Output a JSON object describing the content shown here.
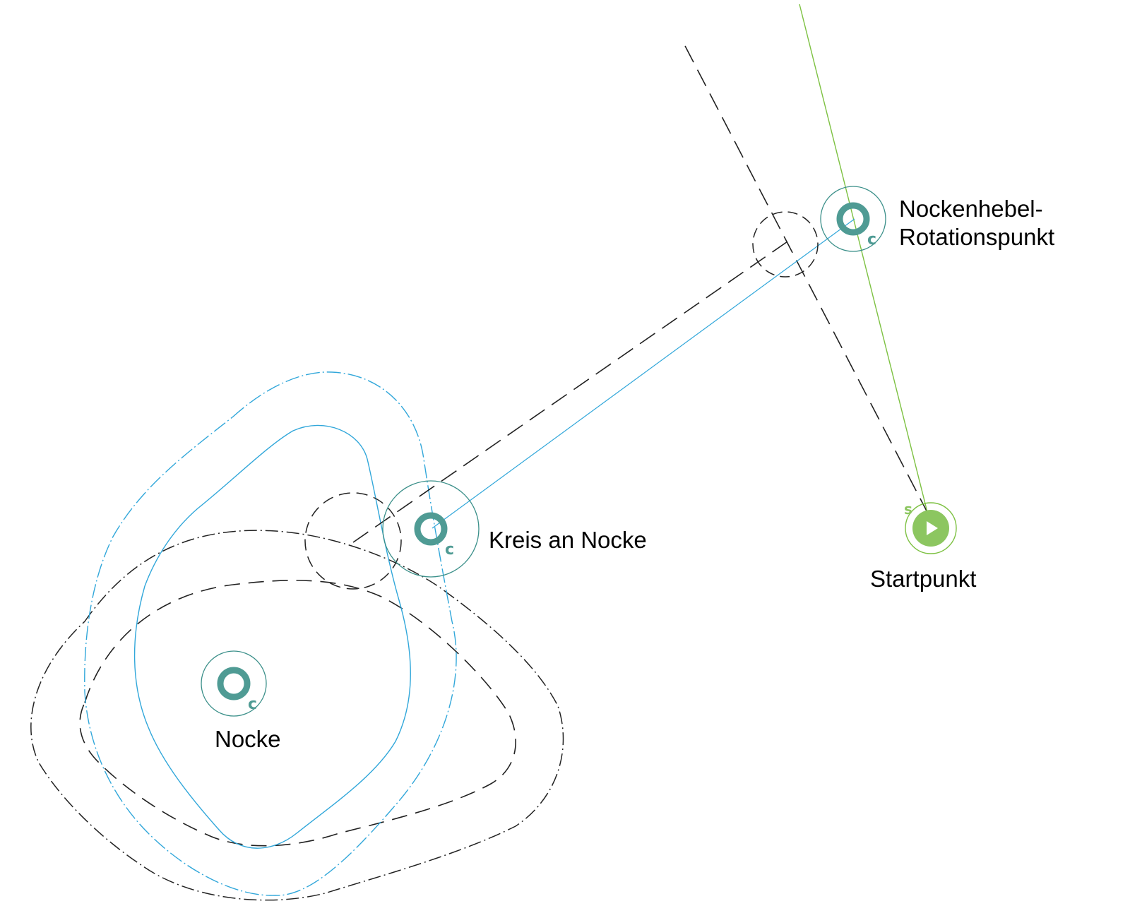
{
  "labels": {
    "rotation_point_line1": "Nockenhebel-",
    "rotation_point_line2": "Rotationspunkt",
    "circle_on_cam": "Kreis an Nocke",
    "start_point": "Startpunkt",
    "cam": "Nocke"
  },
  "markers": {
    "center_letter": "c",
    "start_letter": "s"
  },
  "icons": {
    "center": "center-point-icon",
    "start": "start-point-icon"
  },
  "colors": {
    "center": "#4f9b94",
    "center_ring": "#3a8f89",
    "cyan": "#31a7da",
    "green": "#7dc142",
    "green_fill": "#8cc660",
    "dashed": "#222222"
  }
}
